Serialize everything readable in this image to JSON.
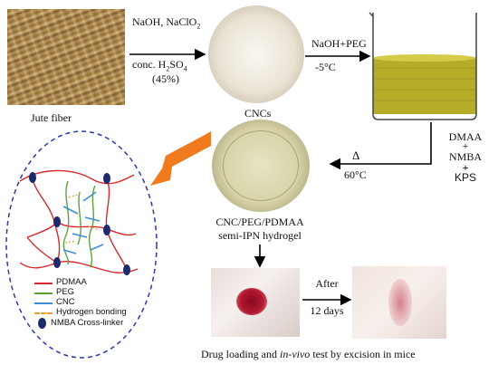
{
  "steps": {
    "jute_label": "Jute fiber",
    "reagent1_line1": "NaOH, NaClO",
    "reagent1_line1_sub": "2",
    "reagent1_line2_a": "conc. H",
    "reagent1_line2_sub": "2",
    "reagent1_line2_b": "SO",
    "reagent1_line2_sub2": "4",
    "reagent1_line3": "(45%)",
    "cnc_label": "CNCs",
    "reagent2_line1": "NaOH+PEG",
    "reagent2_line2": "-5°C",
    "reagent3_line1": "DMAA",
    "reagent3_plus1": "+",
    "reagent3_line2": "NMBA",
    "reagent3_plus2": "+",
    "reagent3_line3": "KPS",
    "heat_symbol": "Δ",
    "heat_temp": "60°C",
    "hydrogel_line1": "CNC/PEG/PDMAA",
    "hydrogel_line2": "semi-IPN hydrogel",
    "after_line1": "After",
    "after_line2": "12 days",
    "caption_a": "Drug loading and ",
    "caption_em": "in-vivo",
    "caption_b": " test by excision in mice"
  },
  "legend": {
    "items": [
      {
        "label": "PDMAA",
        "color": "#d8282c"
      },
      {
        "label": "PEG",
        "color": "#5aa33c"
      },
      {
        "label": "CNC",
        "color": "#3b8fd4"
      },
      {
        "label": "Hydrogen bonding",
        "color": "#e8a030"
      },
      {
        "label": "NMBA Cross-linker",
        "color": "#1c2a6b"
      }
    ]
  },
  "colors": {
    "circle_border": "#2a3aa8",
    "orange_arrow": "#f07a1e",
    "beaker_liquid": "#b5ad28"
  }
}
